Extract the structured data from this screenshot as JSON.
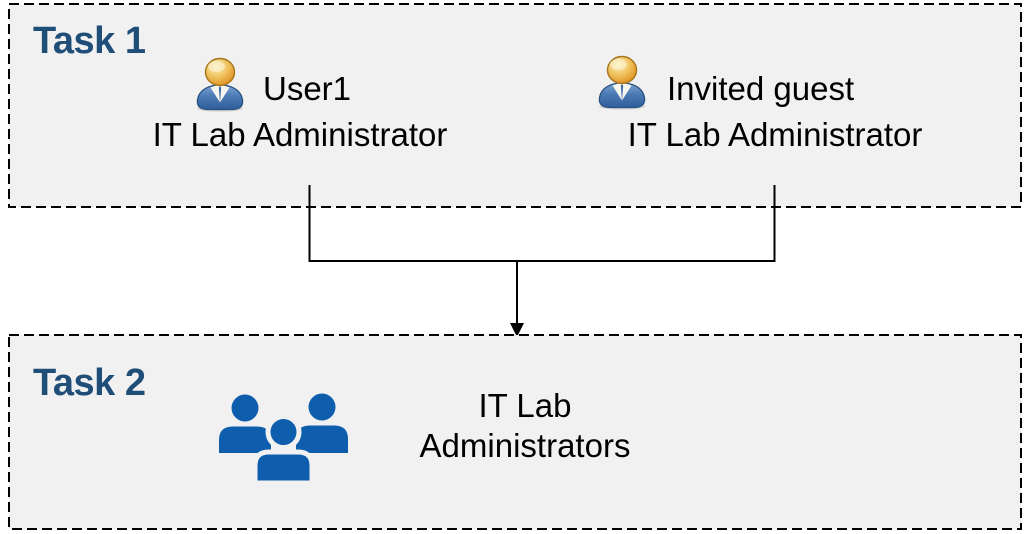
{
  "colors": {
    "background": "#FFFFFF",
    "box_background": "#F1F1F1",
    "box_border": "#000000",
    "task_label_blue": "#1F4E79",
    "text": "#000000",
    "connector": "#000000",
    "group_icon_blue": "#0E5EAD",
    "person_head_gold": "#E8A33D",
    "person_body_blue": "#3E6DA8"
  },
  "task1": {
    "label": "Task 1",
    "users": [
      {
        "icon": "person-icon",
        "name": "User1",
        "role": "IT Lab Administrator"
      },
      {
        "icon": "person-icon",
        "name": "Invited guest",
        "role": "IT Lab Administrator"
      }
    ]
  },
  "task2": {
    "label": "Task 2",
    "group": {
      "icon": "people-group-icon",
      "name_line1": "IT Lab",
      "name_line2": "Administrators"
    }
  }
}
